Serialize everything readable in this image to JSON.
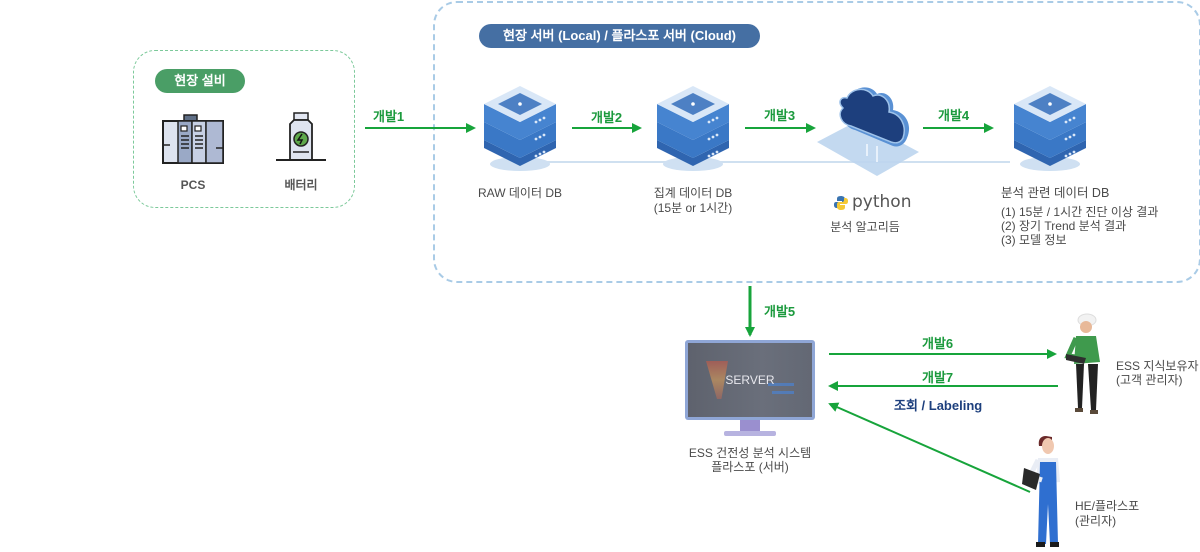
{
  "colors": {
    "arrow_green": "#17a43b",
    "field_badge": "#4a9e66",
    "server_badge": "#456fa3",
    "labeling_text": "#1d3f7d"
  },
  "field_equipment": {
    "badge": "현장 설비",
    "items": [
      {
        "icon": "pcs-cabinet-icon",
        "label": "PCS"
      },
      {
        "icon": "battery-icon",
        "label": "배터리"
      }
    ]
  },
  "server_group": {
    "badge": "현장 서버 (Local) / 플라스포 서버 (Cloud)",
    "nodes": [
      {
        "icon": "database-server-icon",
        "label": "RAW 데이터 DB",
        "sub": ""
      },
      {
        "icon": "database-server-icon",
        "label": "집계 데이터 DB",
        "sub": "(15분 or 1시간)"
      },
      {
        "icon": "cloud-icon",
        "logo": "python",
        "label": "분석 알고리듬"
      },
      {
        "icon": "database-server-icon",
        "label": "분석 관련 데이터 DB",
        "details": [
          "(1) 15분 / 1시간 진단 이상 결과",
          "(2) 장기 Trend 분석 결과",
          "(3) 모델 정보"
        ]
      }
    ]
  },
  "arrows": [
    {
      "label": "개발1",
      "direction": "right"
    },
    {
      "label": "개발2",
      "direction": "right"
    },
    {
      "label": "개발3",
      "direction": "right"
    },
    {
      "label": "개발4",
      "direction": "right"
    },
    {
      "label": "개발5",
      "direction": "down"
    },
    {
      "label": "개발6",
      "direction": "right"
    },
    {
      "label": "개발7",
      "direction": "left"
    }
  ],
  "labeling_caption": "조회 / Labeling",
  "platform": {
    "screen_text": "SERVER",
    "label_line1": "ESS 건전성 분석 시스템",
    "label_line2": "플라스포 (서버)"
  },
  "actors": [
    {
      "icon": "engineer-hardhat-icon",
      "line1": "ESS 지식보유자",
      "line2": "(고객 관리자)"
    },
    {
      "icon": "worker-overalls-icon",
      "line1": "HE/플라스포",
      "line2": "(관리자)"
    }
  ]
}
